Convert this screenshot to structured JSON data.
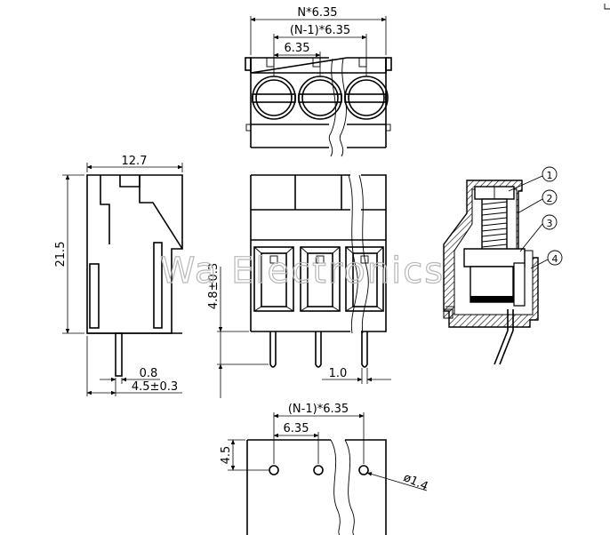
{
  "watermark": "Wa Electronics",
  "top_view": {
    "width_label": "N*6.35",
    "span_label": "(N-1)*6.35",
    "pitch_label": "6.35"
  },
  "side_view": {
    "width_label": "12.7",
    "height_label": "21.5",
    "pin_width_label": "0.8",
    "pin_length_label": "4.5±0.3"
  },
  "front_view": {
    "height_label": "4.8±0.3",
    "pin_label": "1.0"
  },
  "section_view": {
    "callouts": [
      "1",
      "2",
      "3",
      "4"
    ]
  },
  "pcb_layout": {
    "span_label": "(N-1)*6.35",
    "pitch_label": "6.35",
    "row_label": "4.5",
    "hole_label": "ø1.4"
  }
}
